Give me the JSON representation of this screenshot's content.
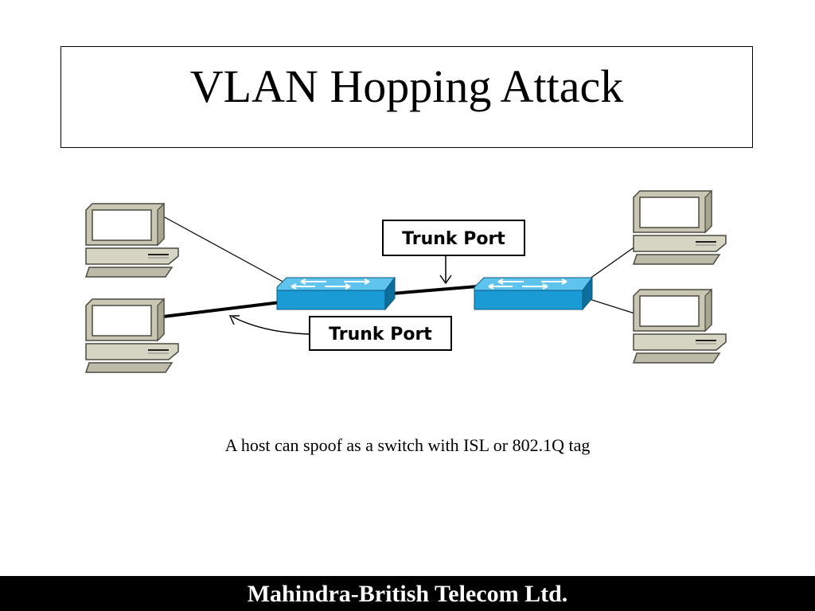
{
  "slide": {
    "title": "VLAN Hopping Attack",
    "caption": "A host can spoof as a switch with ISL or 802.1Q tag",
    "footer": "Mahindra-British Telecom Ltd."
  },
  "diagram": {
    "labels": {
      "top": "Trunk Port",
      "bottom": "Trunk Port"
    },
    "nodes": [
      "computer",
      "computer",
      "switch",
      "switch",
      "computer",
      "computer"
    ],
    "colors": {
      "switch_top": "#5ec4ee",
      "switch_front": "#1a9bd5",
      "switch_side": "#0d6f9c",
      "computer_body": "#d6d4c2",
      "computer_screen": "#ffffff"
    }
  }
}
